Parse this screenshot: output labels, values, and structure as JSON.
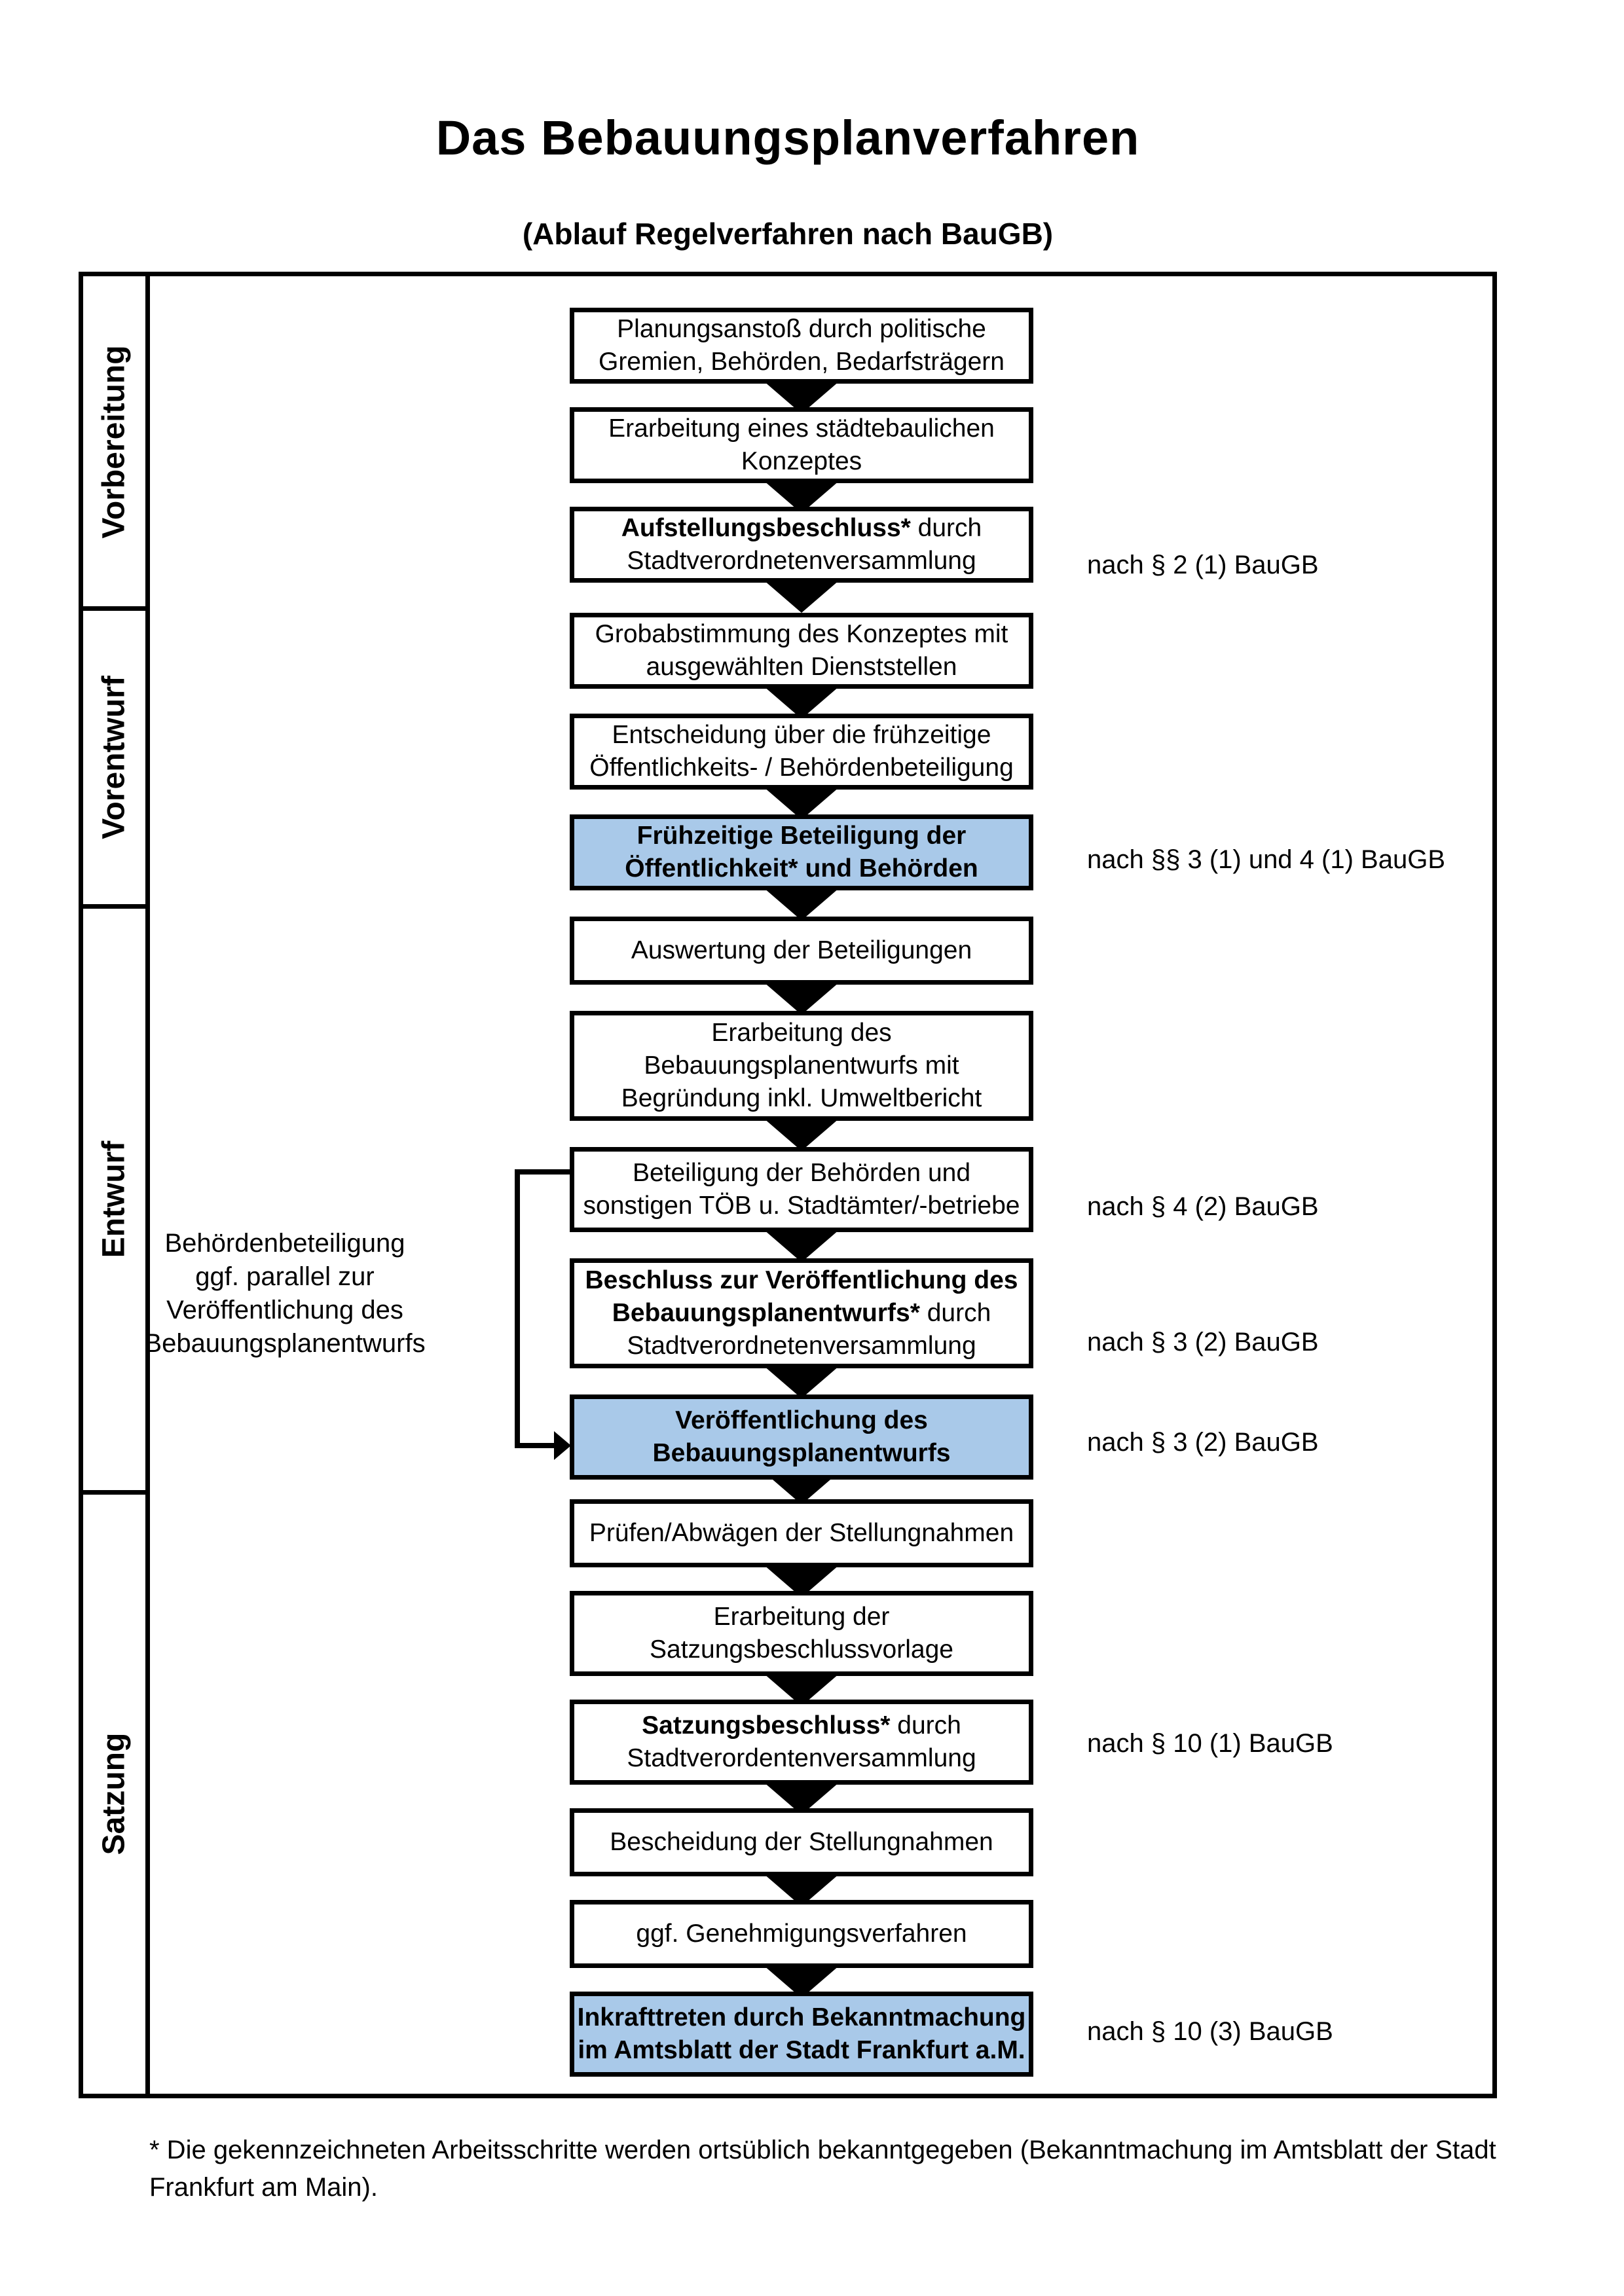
{
  "title": "Das Bebauungsplanverfahren",
  "subtitle": "(Ablauf Regelverfahren nach BauGB)",
  "phases": [
    {
      "label": "Vorbereitung"
    },
    {
      "label": "Vorentwurf"
    },
    {
      "label": "Entwurf"
    },
    {
      "label": "Satzung"
    }
  ],
  "boxes": [
    {
      "id": "b1",
      "name": "planungsanstoss",
      "phase": "Vorbereitung",
      "highlighted": false,
      "lines": [
        [
          {
            "t": "Planungsanstoß durch politische",
            "b": false
          }
        ],
        [
          {
            "t": "Gremien, Behörden, Bedarfsträgern",
            "b": false
          }
        ]
      ]
    },
    {
      "id": "b2",
      "name": "staedtebauliches-konzept",
      "phase": "Vorbereitung",
      "highlighted": false,
      "lines": [
        [
          {
            "t": "Erarbeitung eines städtebaulichen",
            "b": false
          }
        ],
        [
          {
            "t": "Konzeptes",
            "b": false
          }
        ]
      ]
    },
    {
      "id": "b3",
      "name": "aufstellungsbeschluss",
      "phase": "Vorbereitung",
      "highlighted": false,
      "lines": [
        [
          {
            "t": "Aufstellungsbeschluss*",
            "b": true
          },
          {
            "t": " durch",
            "b": false
          }
        ],
        [
          {
            "t": "Stadtverordnetenversammlung",
            "b": false
          }
        ]
      ]
    },
    {
      "id": "b4",
      "name": "grobabstimmung-konzept",
      "phase": "Vorentwurf",
      "highlighted": false,
      "lines": [
        [
          {
            "t": "Grobabstimmung des Konzeptes mit",
            "b": false
          }
        ],
        [
          {
            "t": "ausgewählten Dienststellen",
            "b": false
          }
        ]
      ]
    },
    {
      "id": "b5",
      "name": "entscheidung-fruehzeitige-beteiligung",
      "phase": "Vorentwurf",
      "highlighted": false,
      "lines": [
        [
          {
            "t": "Entscheidung über die frühzeitige",
            "b": false
          }
        ],
        [
          {
            "t": "Öffentlichkeits- / Behördenbeteiligung",
            "b": false
          }
        ]
      ]
    },
    {
      "id": "b6",
      "name": "fruehzeitige-beteiligung",
      "phase": "Vorentwurf",
      "highlighted": true,
      "lines": [
        [
          {
            "t": "Frühzeitige Beteiligung der",
            "b": true
          }
        ],
        [
          {
            "t": "Öffentlichkeit* und Behörden",
            "b": true
          }
        ]
      ]
    },
    {
      "id": "b7",
      "name": "auswertung-beteiligungen",
      "phase": "Entwurf",
      "highlighted": false,
      "lines": [
        [
          {
            "t": "Auswertung der Beteiligungen",
            "b": false
          }
        ]
      ]
    },
    {
      "id": "b8",
      "name": "erarbeitung-bebauungsplanentwurf",
      "phase": "Entwurf",
      "highlighted": false,
      "lines": [
        [
          {
            "t": "Erarbeitung des",
            "b": false
          }
        ],
        [
          {
            "t": "Bebauungsplanentwurfs mit",
            "b": false
          }
        ],
        [
          {
            "t": "Begründung inkl. Umweltbericht",
            "b": false
          }
        ]
      ]
    },
    {
      "id": "b9",
      "name": "beteiligung-behoerden-toeb",
      "phase": "Entwurf",
      "highlighted": false,
      "lines": [
        [
          {
            "t": "Beteiligung der Behörden und",
            "b": false
          }
        ],
        [
          {
            "t": "sonstigen TÖB u. Stadtämter/-betriebe",
            "b": false
          }
        ]
      ]
    },
    {
      "id": "b10",
      "name": "beschluss-veroeffentlichung",
      "phase": "Entwurf",
      "highlighted": false,
      "lines": [
        [
          {
            "t": "Beschluss zur Veröffentlichung des",
            "b": true
          }
        ],
        [
          {
            "t": "Bebauungsplanentwurfs*",
            "b": true
          },
          {
            "t": " durch",
            "b": false
          }
        ],
        [
          {
            "t": "Stadtverordnetenversammlung",
            "b": false
          }
        ]
      ]
    },
    {
      "id": "b11",
      "name": "veroeffentlichung-entwurf",
      "phase": "Entwurf",
      "highlighted": true,
      "lines": [
        [
          {
            "t": "Veröffentlichung des",
            "b": true
          }
        ],
        [
          {
            "t": "Bebauungsplanentwurfs",
            "b": true
          }
        ]
      ]
    },
    {
      "id": "b12",
      "name": "pruefen-abwaegen-stellungnahmen",
      "phase": "Satzung",
      "highlighted": false,
      "lines": [
        [
          {
            "t": "Prüfen/Abwägen der Stellungnahmen",
            "b": false
          }
        ]
      ]
    },
    {
      "id": "b13",
      "name": "erarbeitung-satzungsbeschlussvorlage",
      "phase": "Satzung",
      "highlighted": false,
      "lines": [
        [
          {
            "t": "Erarbeitung der",
            "b": false
          }
        ],
        [
          {
            "t": "Satzungsbeschlussvorlage",
            "b": false
          }
        ]
      ]
    },
    {
      "id": "b14",
      "name": "satzungsbeschluss",
      "phase": "Satzung",
      "highlighted": false,
      "lines": [
        [
          {
            "t": "Satzungsbeschluss*",
            "b": true
          },
          {
            "t": " durch",
            "b": false
          }
        ],
        [
          {
            "t": "Stadtverordentenversammlung",
            "b": false
          }
        ]
      ]
    },
    {
      "id": "b15",
      "name": "bescheidung-stellungnahmen",
      "phase": "Satzung",
      "highlighted": false,
      "lines": [
        [
          {
            "t": "Bescheidung der Stellungnahmen",
            "b": false
          }
        ]
      ]
    },
    {
      "id": "b16",
      "name": "genehmigungsverfahren",
      "phase": "Satzung",
      "highlighted": false,
      "lines": [
        [
          {
            "t": "ggf. Genehmigungsverfahren",
            "b": false
          }
        ]
      ]
    },
    {
      "id": "b17",
      "name": "inkrafttreten",
      "phase": "Satzung",
      "highlighted": true,
      "lines": [
        [
          {
            "t": "Inkrafttreten",
            "b": true
          },
          {
            "t": " durch Bekanntmachung",
            "b": false
          }
        ],
        [
          {
            "t": "im Amtsblatt der Stadt Frankfurt a.M.",
            "b": false
          }
        ]
      ]
    }
  ],
  "references": [
    {
      "text": "nach § 2 (1) BauGB"
    },
    {
      "text": "nach §§ 3 (1) und 4 (1) BauGB"
    },
    {
      "text": "nach § 4 (2) BauGB"
    },
    {
      "text": "nach § 3 (2) BauGB"
    },
    {
      "text": "nach § 3 (2) BauGB"
    },
    {
      "text": "nach § 10 (1) BauGB"
    },
    {
      "text": "nach § 10 (3) BauGB"
    }
  ],
  "annotation": {
    "lines": [
      "Behördenbeteiligung",
      "ggf. parallel zur",
      "Veröffentlichung des",
      "Bebauungsplanentwurfs"
    ]
  },
  "footnote": {
    "lines": [
      "* Die gekennzeichneten Arbeitsschritte werden ortsüblich bekanntgegeben (Bekanntmachung im Amtsblatt  der Stadt",
      "Frankfurt am Main)."
    ]
  },
  "colors": {
    "highlight_blue": "#a9c9e9",
    "row_vorbereitung": "#f2f2f2",
    "row_vorentwurf": "#e6e6e6",
    "row_entwurf": "#d3d3d3",
    "row_satzung": "#bdbdbd",
    "border": "#000000"
  }
}
